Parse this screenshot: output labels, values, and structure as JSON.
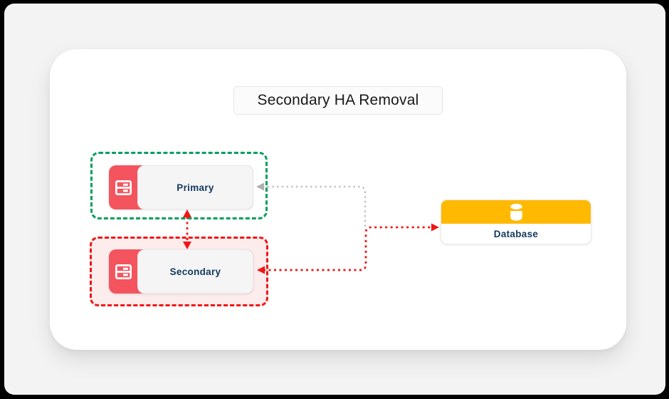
{
  "title": {
    "text": "Secondary HA Removal"
  },
  "nodes": {
    "primary": {
      "label": "Primary",
      "icon": "server-icon"
    },
    "secondary": {
      "label": "Secondary",
      "icon": "server-icon"
    },
    "database": {
      "label": "Database",
      "icon": "database-icon"
    }
  },
  "groups": {
    "primary": {
      "border_style": "dashed",
      "border_color_key": "green"
    },
    "secondary": {
      "border_style": "dashed",
      "border_color_key": "red",
      "fill_key": "pink"
    }
  },
  "edges": [
    {
      "from": "Primary",
      "to": "Secondary",
      "color": "red",
      "line": "dotted",
      "arrows": "both"
    },
    {
      "from": "Database",
      "to": "Primary",
      "color": "gray",
      "line": "dotted",
      "arrows": "into-primary"
    },
    {
      "from": "Database",
      "to": "Secondary",
      "color": "red",
      "line": "dotted",
      "arrows": "both"
    }
  ],
  "colors": {
    "green": "#00A05C",
    "red": "#F11515",
    "coral": "#F4545E",
    "pink": "#FCECEC",
    "navy": "#14395E",
    "yellow": "#FFB900",
    "grayline": "#C4C4C4",
    "nodefill": "#F5F5F6",
    "nodeborder": "#E9E9EA",
    "canvas": "#F3F3F4"
  }
}
